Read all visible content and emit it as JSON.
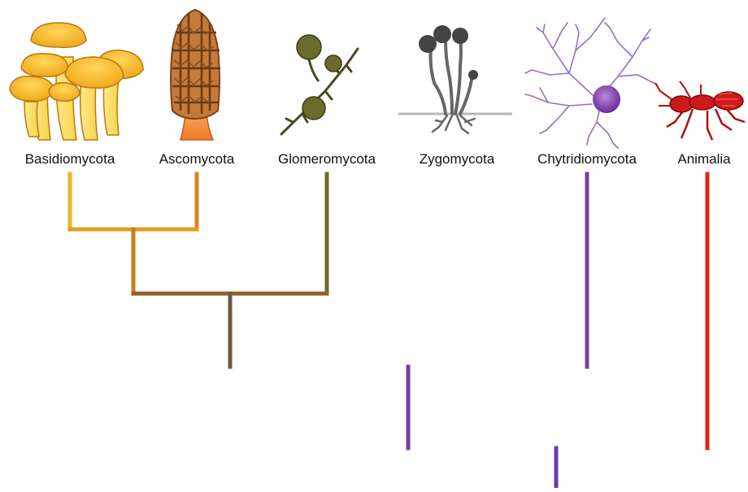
{
  "taxa": [
    {
      "id": "basidiomycota",
      "label": "Basidiomycota",
      "color": "#f2b51d",
      "icon": "mushroom-cluster-icon"
    },
    {
      "id": "ascomycota",
      "label": "Ascomycota",
      "color": "#d98322",
      "icon": "morel-icon"
    },
    {
      "id": "glomeromycota",
      "label": "Glomeromycota",
      "color": "#6b6b2e",
      "icon": "arbuscular-fungus-icon"
    },
    {
      "id": "zygomycota",
      "label": "Zygomycota",
      "color": "#555555",
      "icon": "bread-mold-icon"
    },
    {
      "id": "chytridiomycota",
      "label": "Chytridiomycota",
      "color": "#7b3fa3",
      "icon": "chytrid-icon"
    },
    {
      "id": "animalia",
      "label": "Animalia",
      "color": "#e02020",
      "icon": "ant-icon"
    }
  ],
  "branch_colors": {
    "basidio_asco": "#d68a1e",
    "plus_glomero": "#94602a",
    "fungi_core": "#6b5a3c",
    "opisthokont": "#7a3fa8",
    "animal_join": "#c8284a",
    "root": "#6f3aa8"
  }
}
